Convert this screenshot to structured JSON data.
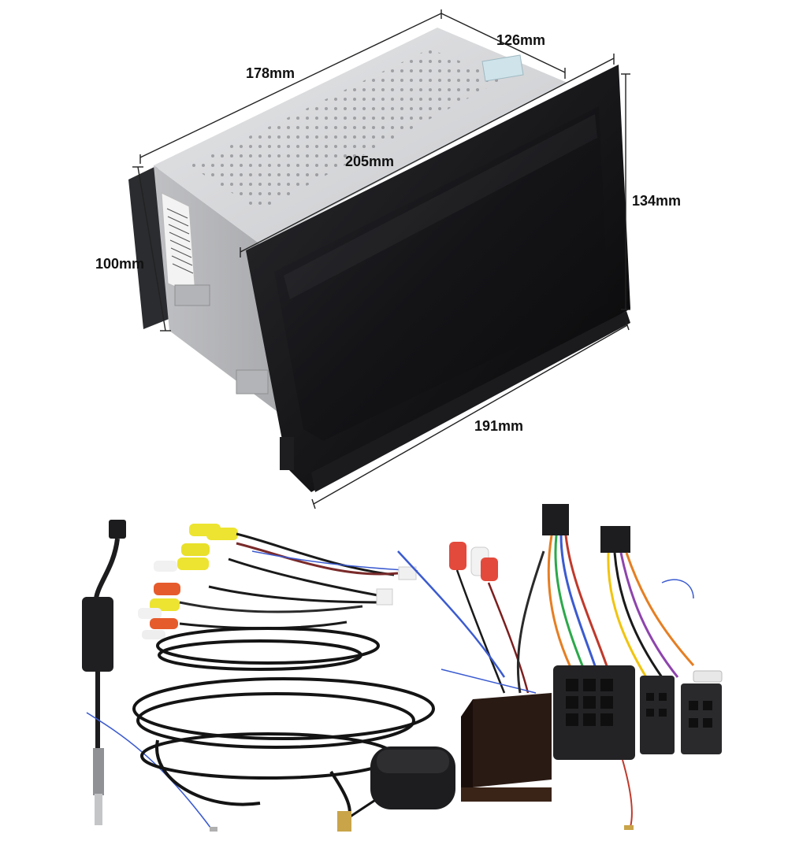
{
  "dimensions": {
    "top_depth": "178mm",
    "top_width": "126mm",
    "front_width": "205mm",
    "front_height": "134mm",
    "chassis_height": "100mm",
    "bottom_width": "191mm"
  },
  "colors": {
    "background": "#ffffff",
    "bezel": "#0d0d0f",
    "screen": "#1a1a1e",
    "chassis": "#d9dadc",
    "dimension_line": "#222222"
  },
  "icons": [
    "head-unit",
    "antenna-adapter",
    "rca-harness",
    "power-harness",
    "canbus-decoder",
    "gps-antenna",
    "iso-connector"
  ]
}
